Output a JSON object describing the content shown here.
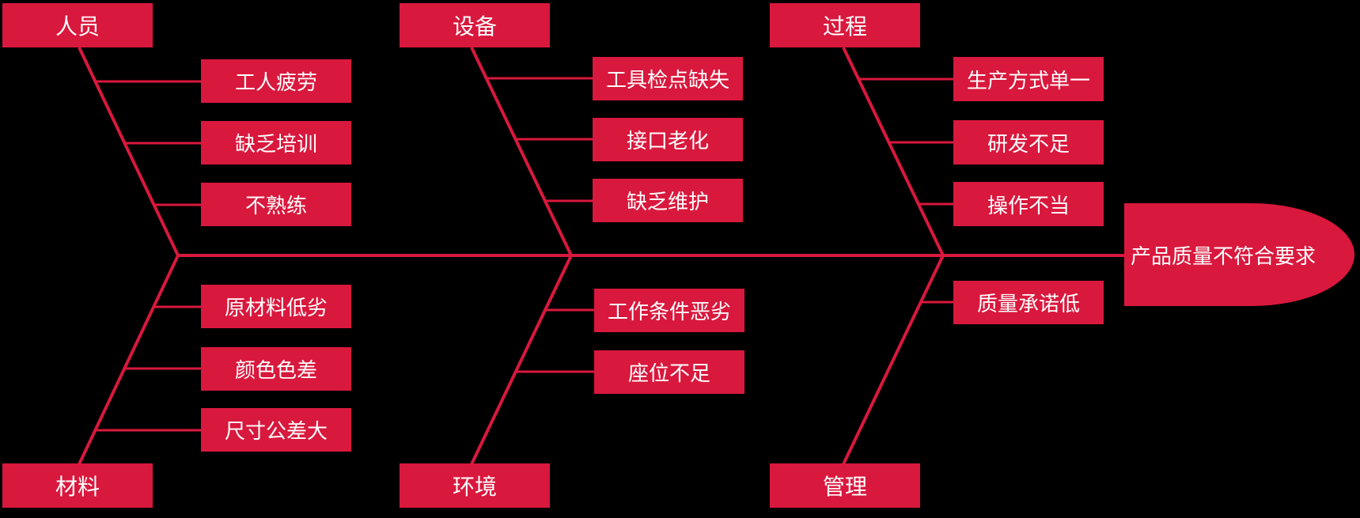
{
  "colors": {
    "background": "#000000",
    "node_fill": "#d9183d",
    "line": "#d9183d",
    "text": "#ffffff"
  },
  "diagram_type": "fishbone-cause-effect",
  "head": {
    "label": "产品质量不符合要求"
  },
  "categories": [
    {
      "id": "personnel",
      "side": "top",
      "name": "人员",
      "causes": [
        "工人疲劳",
        "缺乏培训",
        "不熟练"
      ]
    },
    {
      "id": "equipment",
      "side": "top",
      "name": "设备",
      "causes": [
        "工具检点缺失",
        "接口老化",
        "缺乏维护"
      ]
    },
    {
      "id": "process",
      "side": "top",
      "name": "过程",
      "causes": [
        "生产方式单一",
        "研发不足",
        "操作不当"
      ]
    },
    {
      "id": "material",
      "side": "bottom",
      "name": "材料",
      "causes": [
        "原材料低劣",
        "颜色色差",
        "尺寸公差大"
      ]
    },
    {
      "id": "environment",
      "side": "bottom",
      "name": "环境",
      "causes": [
        "工作条件恶劣",
        "座位不足"
      ]
    },
    {
      "id": "management",
      "side": "bottom",
      "name": "管理",
      "causes": [
        "质量承诺低"
      ]
    }
  ]
}
